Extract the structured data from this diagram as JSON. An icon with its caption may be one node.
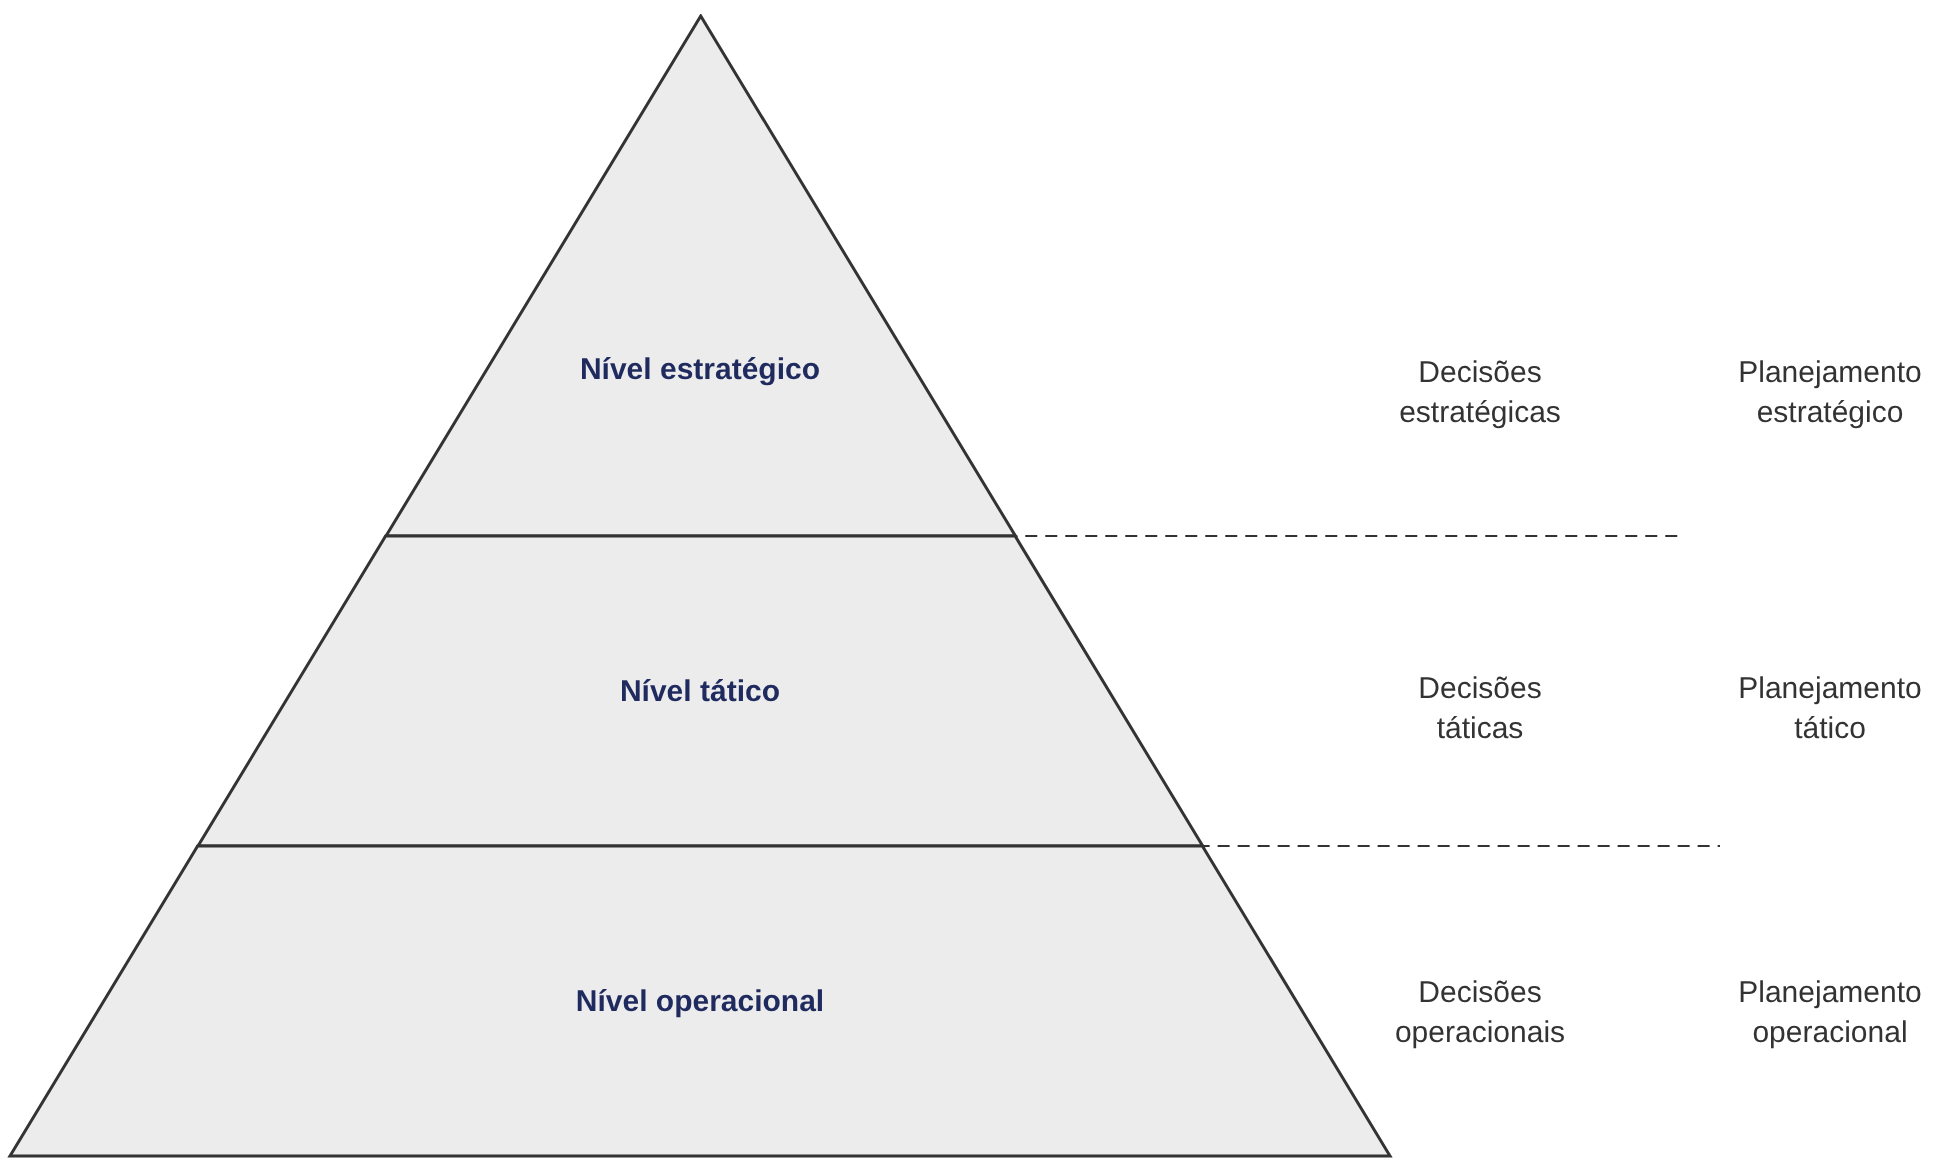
{
  "diagram": {
    "nodes": [
      {
        "text": [
          "Nível estratégico"
        ]
      },
      {
        "text": [
          "Nível tático"
        ]
      },
      {
        "text": [
          "Nível operacional"
        ]
      }
    ],
    "labels": [
      "Decisões estratégicas",
      "Planejamento estratégico",
      "Decisões táticas",
      "Planejamento tático",
      "Decisões operacionais",
      "Planejamento operacional"
    ]
  }
}
